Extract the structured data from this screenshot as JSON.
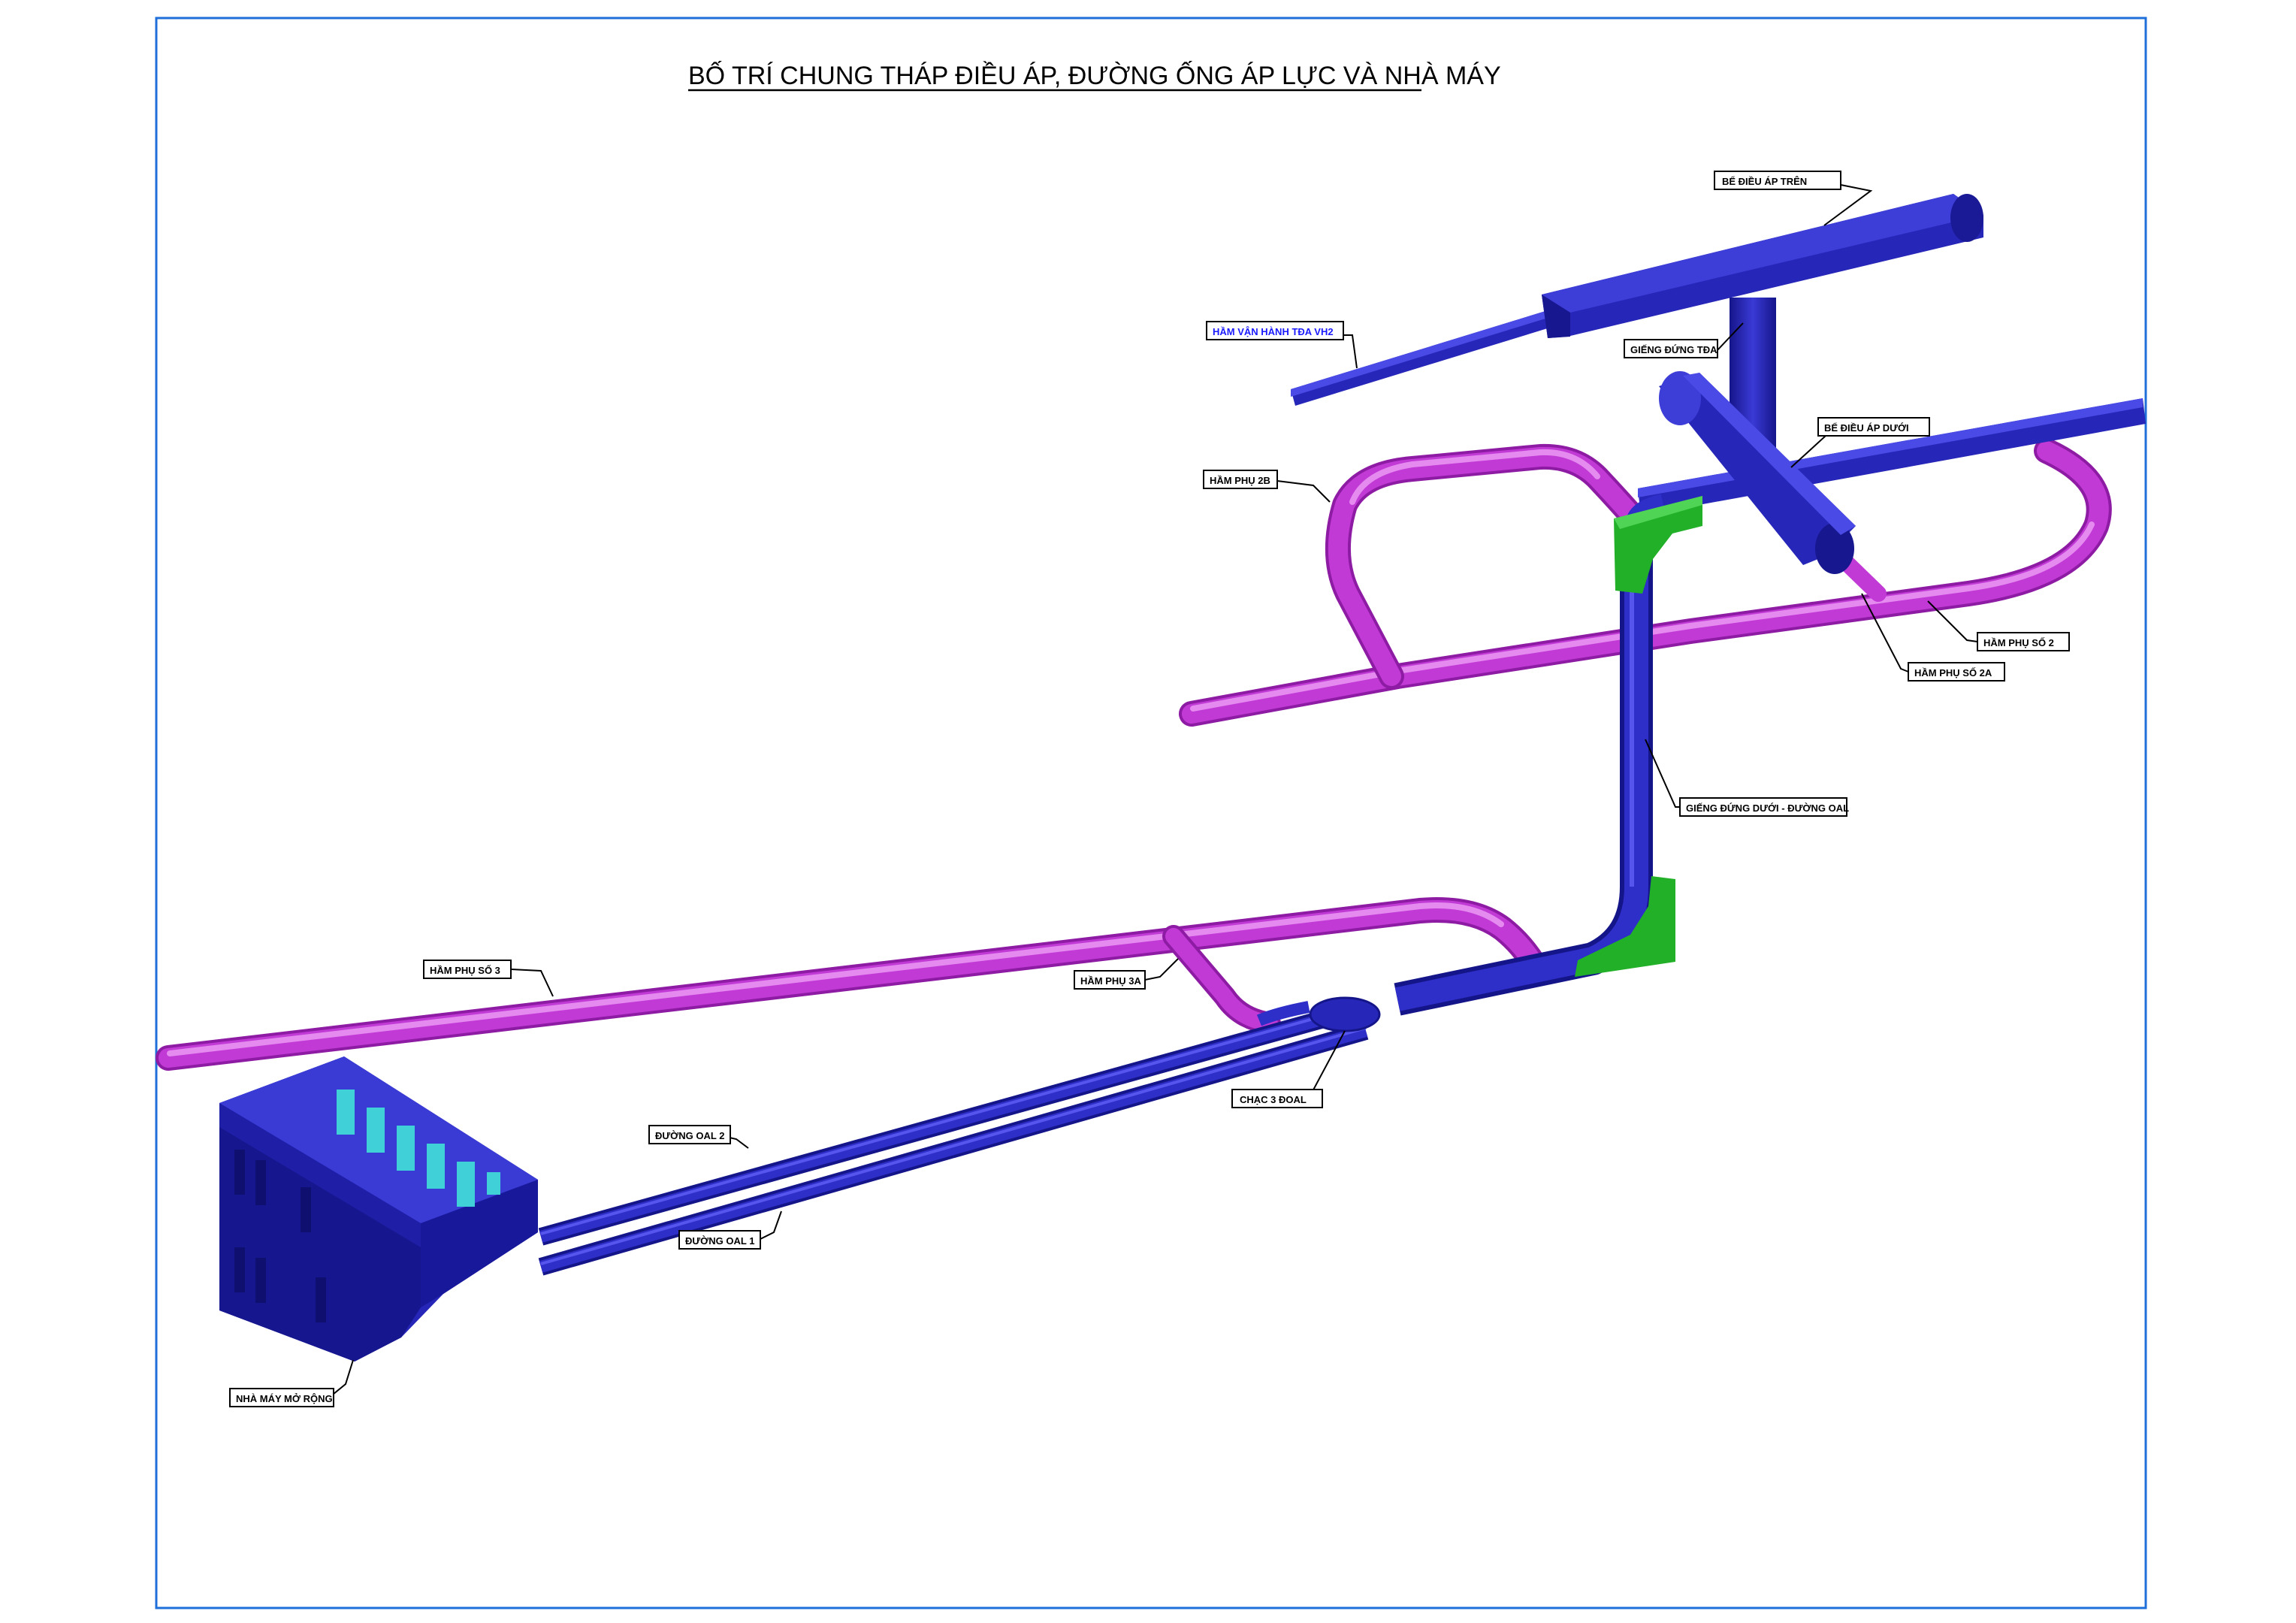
{
  "title": "BỐ TRÍ CHUNG THÁP ĐIỀU ÁP, ĐƯỜNG ỐNG ÁP LỰC VÀ NHÀ MÁY",
  "labels": {
    "be_dieu_ap_tren": "BỂ ĐIỀU ÁP TRÊN",
    "ham_van_hanh": "HẦM VẬN HÀNH TĐA VH2",
    "gieng_dung_tda": "GIẾNG ĐỨNG TĐA",
    "be_dieu_ap_duoi": "BỂ ĐIỀU ÁP DƯỚI",
    "ham_phu_2b": "HẦM PHỤ 2B",
    "ham_phu_so_2": "HẦM PHỤ SỐ 2",
    "ham_phu_so_2a": "HẦM PHỤ SỐ 2A",
    "gieng_dung_duoi": "GIẾNG ĐỨNG DƯỚI - ĐƯỜNG OAL",
    "ham_phu_so_3": "HẦM PHỤ SỐ 3",
    "ham_phu_3a": "HẦM PHỤ 3A",
    "chac_3_doal": "CHẠC 3 ĐOAL",
    "duong_oal_2": "ĐƯỜNG OAL 2",
    "duong_oal_1": "ĐƯỜNG OAL 1",
    "nha_may_mo_rong": "NHÀ MÁY MỞ RỘNG"
  },
  "colors": {
    "frame": "#1e6fd9",
    "blue_tunnel": "#2626b8",
    "blue_dark": "#141485",
    "magenta_tunnel": "#c23ad6",
    "magenta_light": "#df7ce8",
    "green_bend": "#22b028",
    "cyan_unit": "#3fd0d8",
    "label_blue_text": "#1a1aff"
  }
}
